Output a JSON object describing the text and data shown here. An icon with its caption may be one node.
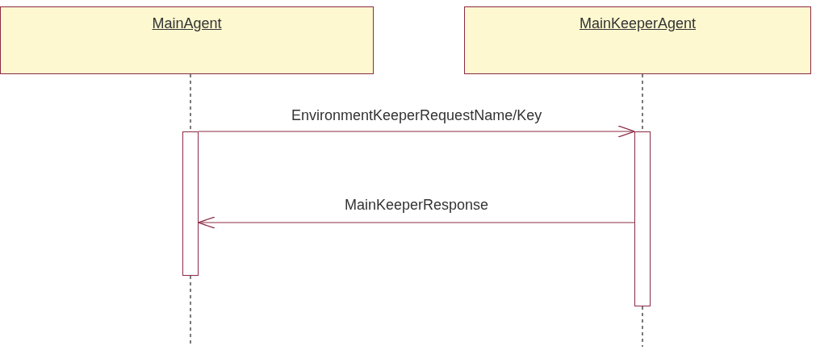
{
  "diagram": {
    "nodes": [
      {
        "text": [
          "MainAgent"
        ]
      },
      {
        "text": [
          "MainKeeperAgent"
        ]
      },
      {
        "text": [],
        "shape": "bar"
      },
      {
        "text": [],
        "shape": "bar"
      }
    ],
    "edges": [
      {
        "from": 0,
        "to": 2,
        "arrow": "none",
        "style": "dashed"
      },
      {
        "from": 1,
        "to": 3,
        "arrow": "none",
        "style": "dashed"
      },
      {
        "from": 2,
        "to": 3,
        "arrow": "to",
        "label": "EnvironmentKeeperRequestName/Key",
        "color": "#8b2a45"
      },
      {
        "from": 3,
        "to": 2,
        "arrow": "to",
        "label": "MainKeeperResponse",
        "color": "#8b2a45"
      },
      {
        "from": 2,
        "to": null,
        "arrow": "none",
        "style": "dashed"
      },
      {
        "from": 3,
        "to": null,
        "arrow": "none",
        "style": "dashed"
      }
    ]
  }
}
